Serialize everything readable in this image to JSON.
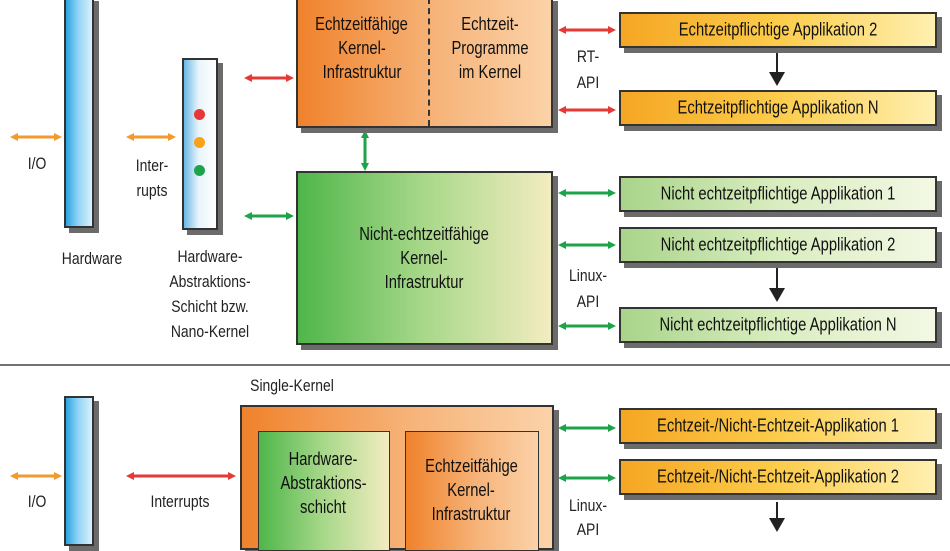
{
  "colors": {
    "orange_arrow": "#f29a2e",
    "red_arrow": "#e53935",
    "green_arrow": "#1fa34a",
    "led_red": "#e53935",
    "led_orange": "#f7a21b",
    "led_green": "#1fa34a"
  },
  "top": {
    "io_label": "I/O",
    "hardware_label": "Hardware",
    "interrupts_label_1": "Inter-",
    "interrupts_label_2": "rupts",
    "hal_label_1": "Hardware-",
    "hal_label_2": "Abstraktions-",
    "hal_label_3": "Schicht bzw.",
    "hal_label_4": "Nano-Kernel",
    "rt_kernel_left_1": "Echtzeitfähige",
    "rt_kernel_left_2": "Kernel-",
    "rt_kernel_left_3": "Infrastruktur",
    "rt_kernel_right_1": "Echtzeit-",
    "rt_kernel_right_2": "Programme",
    "rt_kernel_right_3": "im Kernel",
    "rt_api_1": "RT-",
    "rt_api_2": "API",
    "nrt_kernel_1": "Nicht-echtzeitfähige",
    "nrt_kernel_2": "Kernel-",
    "nrt_kernel_3": "Infrastruktur",
    "linux_api_1": "Linux-",
    "linux_api_2": "API",
    "rt_apps": [
      "Echtzeitpflichtige Applikation 2",
      "Echtzeitpflichtige Applikation N"
    ],
    "nrt_apps": [
      "Nicht echtzeitpflichtige Applikation 1",
      "Nicht echtzeitpflichtige Applikation 2",
      "Nicht echtzeitpflichtige Applikation N"
    ]
  },
  "bottom": {
    "single_kernel_label": "Single-Kernel",
    "io_label": "I/O",
    "interrupts_label": "Interrupts",
    "hal_1": "Hardware-",
    "hal_2": "Abstraktions-",
    "hal_3": "schicht",
    "rt_infra_1": "Echtzeitfähige",
    "rt_infra_2": "Kernel-",
    "rt_infra_3": "Infrastruktur",
    "linux_api_1": "Linux-",
    "linux_api_2": "API",
    "apps": [
      "Echtzeit-/Nicht-Echtzeit-Applikation 1",
      "Echtzeit-/Nicht-Echtzeit-Applikation 2"
    ]
  }
}
